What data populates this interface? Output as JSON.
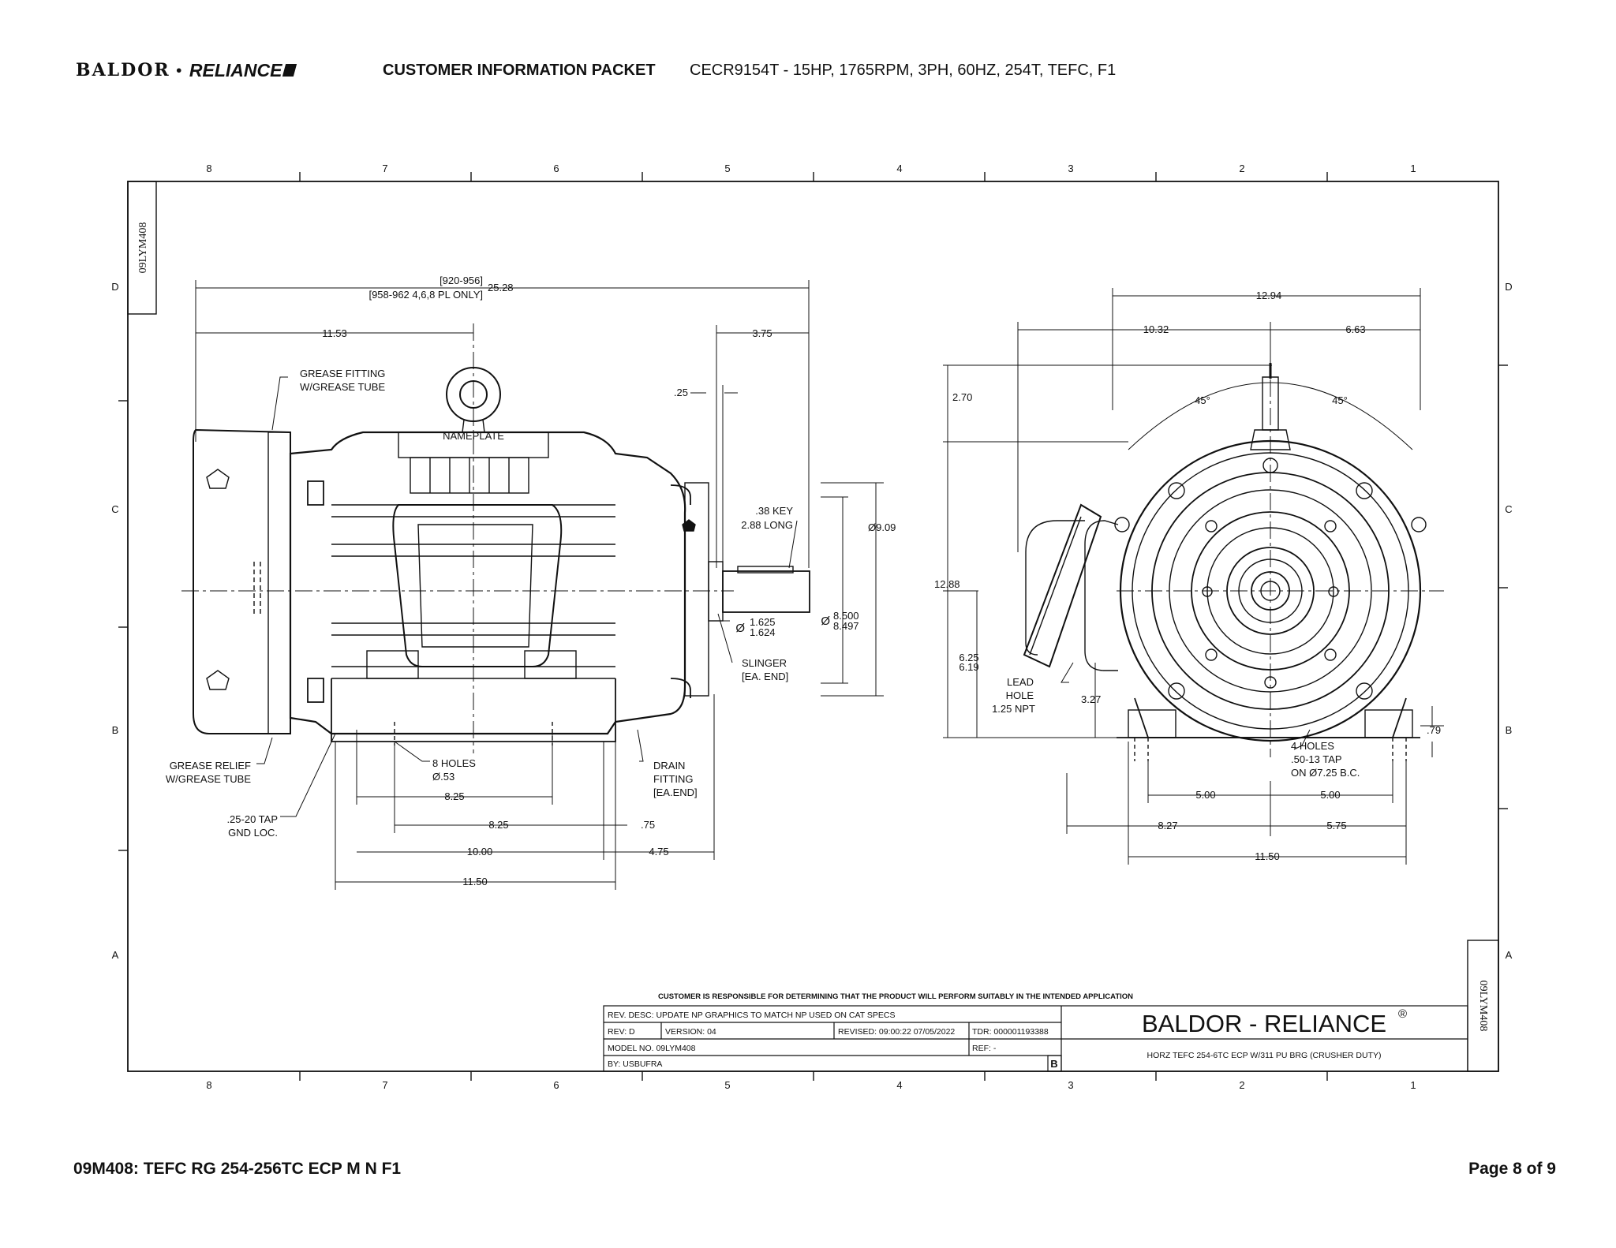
{
  "header": {
    "brand_left": "BALDOR",
    "brand_sep": "•",
    "brand_right": "RELIANCE",
    "packet": "CUSTOMER INFORMATION PACKET",
    "description": "CECR9154T - 15HP, 1765RPM, 3PH, 60HZ, 254T, TEFC, F1"
  },
  "frame": {
    "columns": [
      "8",
      "7",
      "6",
      "5",
      "4",
      "3",
      "2",
      "1"
    ],
    "rows": [
      "D",
      "C",
      "B",
      "A"
    ],
    "drawing_id": "09LYM408"
  },
  "side_view": {
    "overall": "25.28",
    "overall_note_1": "[920-956]",
    "overall_note_2": "[958-962 4,6,8 PL ONLY]",
    "dim_11_53": "11.53",
    "dim_3_75": "3.75",
    "dim_25": ".25",
    "grease_fitting_1": "GREASE FITTING",
    "grease_fitting_2": "W/GREASE TUBE",
    "nameplate": "NAMEPLATE",
    "key_1": ".38 KEY",
    "key_2": "2.88 LONG",
    "dia_9_09": "Ø9.09",
    "shaft_a": "1.625",
    "shaft_b": "1.624",
    "pilot_a": "8.500",
    "pilot_b": "8.497",
    "dia_sym": "Ø",
    "slinger_1": "SLINGER",
    "slinger_2": "[EA. END]",
    "grease_relief_1": "GREASE RELIEF",
    "grease_relief_2": "W/GREASE TUBE",
    "tap_1": ".25-20 TAP",
    "tap_2": "GND LOC.",
    "holes_1": "8 HOLES",
    "holes_2": "Ø.53",
    "drain_1": "DRAIN",
    "drain_2": "FITTING",
    "drain_3": "[EA.END]",
    "dim_8_25a": "8.25",
    "dim_8_25b": "8.25",
    "dim_75": ".75",
    "dim_10_00": "10.00",
    "dim_4_75": "4.75",
    "dim_11_50": "11.50"
  },
  "end_view": {
    "dim_12_94": "12.94",
    "dim_10_32": "10.32",
    "dim_6_63": "6.63",
    "dim_2_70": "2.70",
    "angle_l": "45°",
    "angle_r": "45°",
    "dim_12_88": "12.88",
    "dim_6_25": "6.25",
    "dim_6_19": "6.19",
    "lead_1": "LEAD",
    "lead_2": "HOLE",
    "lead_3": "1.25 NPT",
    "dim_3_27": "3.27",
    "dim_79": ".79",
    "holes_1": "4 HOLES",
    "holes_2": ".50-13 TAP",
    "holes_3": "ON Ø7.25 B.C.",
    "dim_5_00a": "5.00",
    "dim_5_00b": "5.00",
    "dim_8_27": "8.27",
    "dim_5_75": "5.75",
    "dim_11_50": "11.50"
  },
  "title_block": {
    "disclaimer": "CUSTOMER IS RESPONSIBLE FOR DETERMINING THAT THE PRODUCT WILL PERFORM SUITABLY IN THE INTENDED APPLICATION",
    "rev_desc": "REV. DESC: UPDATE NP GRAPHICS TO MATCH NP USED ON CAT SPECS",
    "rev": "REV:  D",
    "version": "VERSION:  04",
    "revised": "REVISED:  09:00:22 07/05/2022",
    "tdr": "TDR:  000001193388",
    "model": "MODEL NO.  09LYM408",
    "ref": "REF:  -",
    "by": "BY: USBUFRA",
    "sheet_letter": "B",
    "company": "BALDOR - RELIANCE",
    "reg": "®",
    "product": "HORZ TEFC 254-6TC ECP W/311 PU BRG (CRUSHER DUTY)"
  },
  "footer": {
    "left": "09M408: TEFC RG 254-256TC ECP M N F1",
    "right": "Page 8 of 9"
  }
}
